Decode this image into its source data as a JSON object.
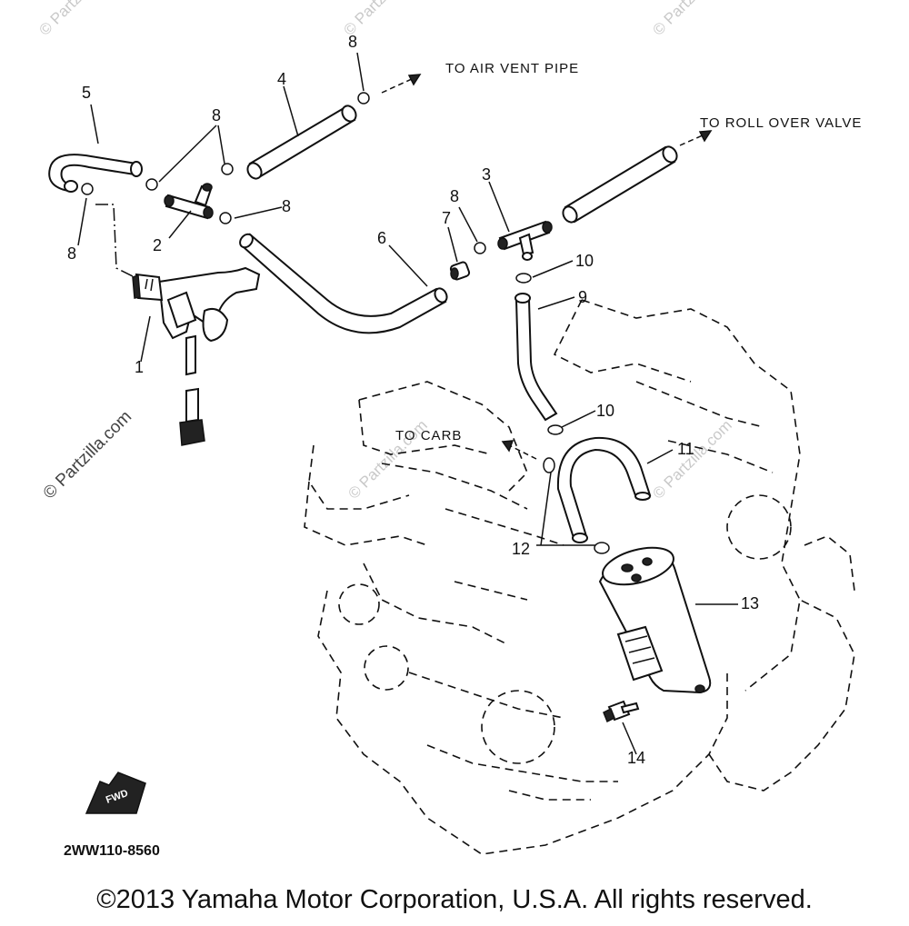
{
  "labels": {
    "p1": "1",
    "p2": "2",
    "p3": "3",
    "p4": "4",
    "p5": "5",
    "p6": "6",
    "p7": "7",
    "p8a": "8",
    "p8b": "8",
    "p8c": "8",
    "p8d": "8",
    "p8e": "8",
    "p9": "9",
    "p10a": "10",
    "p10b": "10",
    "p11": "11",
    "p12": "12",
    "p13": "13",
    "p14": "14"
  },
  "directions": {
    "air_vent": "TO AIR VENT PIPE",
    "roll_over": "TO ROLL OVER VALVE",
    "carb": "TO CARB"
  },
  "fwd_badge": "FWD",
  "diagram_code": "2WW110-8560",
  "watermarks": {
    "main": "© Partzilla.com",
    "faint": "© Partzilla.com"
  },
  "copyright": "©2013 Yamaha Motor Corporation, U.S.A. All rights reserved."
}
